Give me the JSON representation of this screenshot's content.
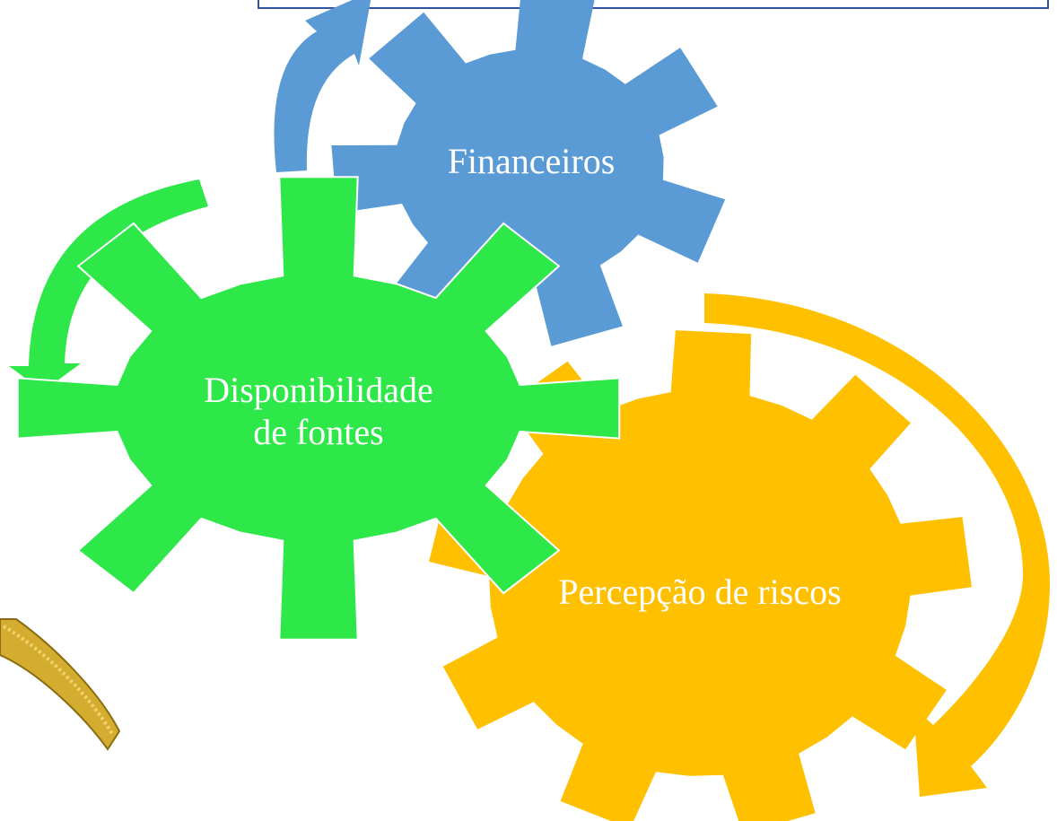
{
  "gears": [
    {
      "id": "financeiros",
      "lines": [
        "Financeiros"
      ],
      "color": "#5b9bd5"
    },
    {
      "id": "disponibilidade",
      "lines": [
        "Disponibilidade",
        "de fontes"
      ],
      "color": "#2ee84a"
    },
    {
      "id": "percepcao",
      "lines": [
        "Percepção de riscos"
      ],
      "color": "#ffc000"
    }
  ],
  "arrows": [
    {
      "id": "blue-arrow",
      "color": "#5b9bd5"
    },
    {
      "id": "green-arrow",
      "color": "#2ee84a"
    },
    {
      "id": "yellow-arrow",
      "color": "#ffc000"
    }
  ],
  "decor": {
    "coin_color": "#c9a227"
  }
}
